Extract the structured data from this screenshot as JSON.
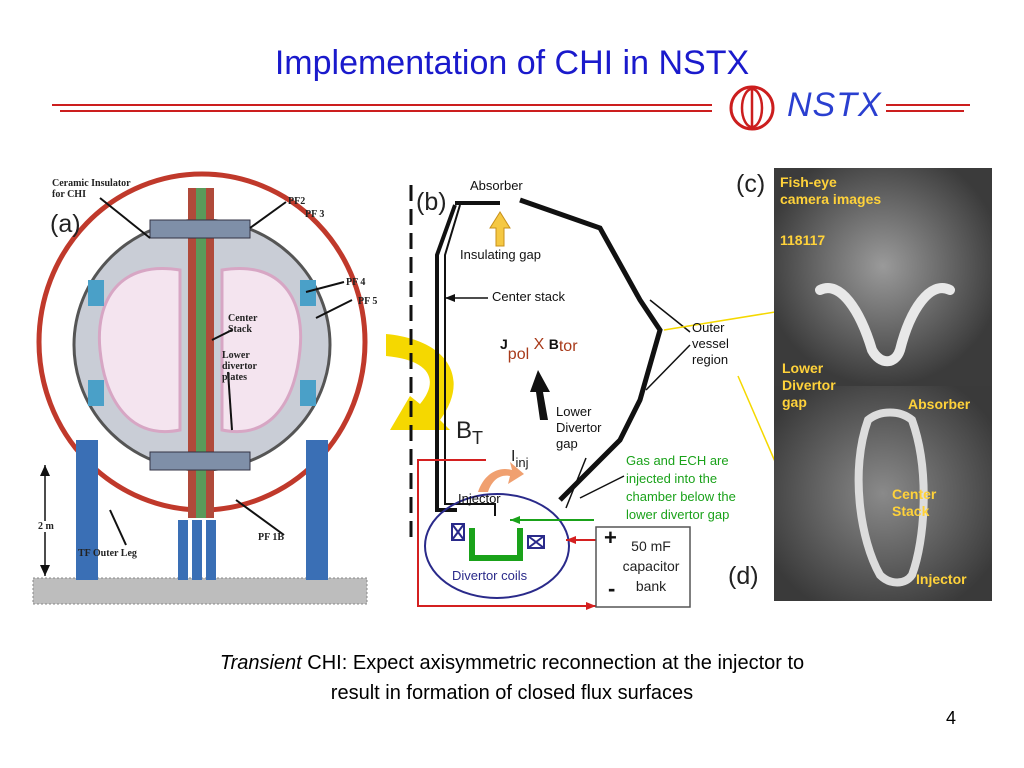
{
  "slide": {
    "title": "Implementation of CHI in NSTX",
    "logo_text": "NSTX",
    "caption_italic": "Transient",
    "caption_rest": " CHI: Expect axisymmetric reconnection at the injector to",
    "caption_line2": "result in  formation of closed flux surfaces",
    "page_number": "4"
  },
  "panel_a": {
    "label": "(a)",
    "ceramic_insulator": "Ceramic Insulator\nfor CHI",
    "pf2": "PF2",
    "pf3": "PF 3",
    "pf4": "PF 4",
    "pf5": "PF 5",
    "center_stack": "Center\nStack",
    "lower_divertor_plates": "Lower\ndivertor\nplates",
    "height": "2 m",
    "tf_outer_leg": "TF Outer Leg",
    "pf1b": "PF 1B"
  },
  "panel_b": {
    "label": "(b)",
    "absorber": "Absorber",
    "insulating_gap": "Insulating gap",
    "center_stack": "Center stack",
    "j": "J",
    "pol": "pol",
    "x": "X",
    "b": "B",
    "tor": "tor",
    "outer_vessel": "Outer\nvessel\nregion",
    "bt_b": "B",
    "bt_t": "T",
    "lower_divertor_gap": "Lower\nDivertor\ngap",
    "i": "I",
    "inj": "inj",
    "injector": "Injector",
    "gas_ech": "Gas and ECH are\ninjected into the\nchamber below the\nlower divertor gap",
    "plus": "+",
    "minus": "-",
    "capacitor": "50 mF\ncapacitor\nbank",
    "divertor_coils": "Divertor coils"
  },
  "panel_c": {
    "label": "(c)",
    "fish_eye": "Fish-eye\ncamera images",
    "shot": "118117",
    "lower_divertor_gap": "Lower\nDivertor\ngap",
    "absorber": "Absorber",
    "center_stack": "Center\nStack",
    "injector": "Injector"
  },
  "panel_d": {
    "label": "(d)"
  },
  "colors": {
    "title": "#1a1acc",
    "rule": "#cc1e1e",
    "logo": "#2a3fd0",
    "vessel_red": "#c0392b",
    "support_blue": "#3a6fb5",
    "divertor_green": "#1aa21a",
    "arrow_yellow": "#f5d800",
    "circuit_red": "#d42020",
    "photo_label": "#ffd23a"
  }
}
